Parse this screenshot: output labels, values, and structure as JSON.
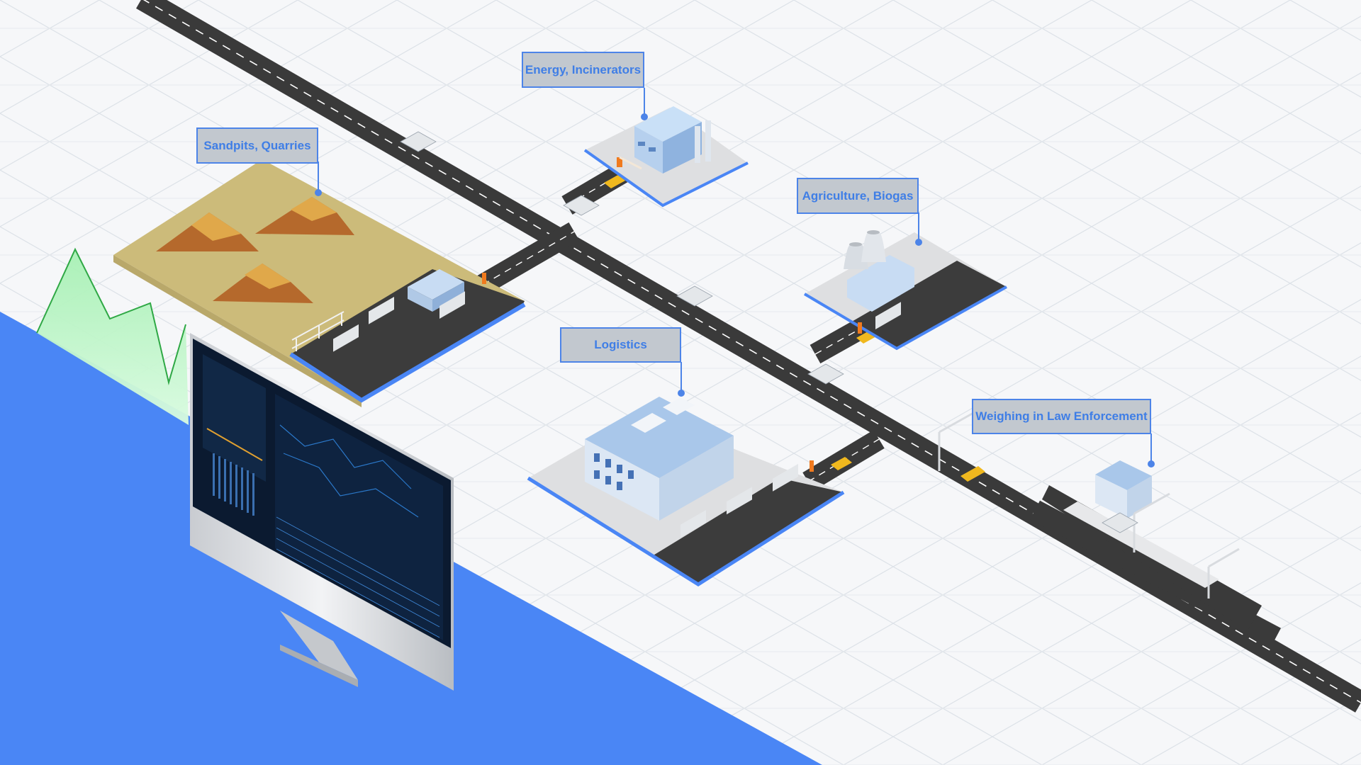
{
  "colors": {
    "background": "#f6f7f9",
    "grid": "#dde2e8",
    "road": "#3a3a3a",
    "road_dash": "#ffffff",
    "blue_accent": "#4a86f5",
    "callout_fill": "#c2c8cf",
    "callout_text": "#3f7ee6",
    "sand": "#ccbb7a",
    "mountain": "#b5692c",
    "platform_gray": "#dedfe1",
    "building_blue": "#a9c7ea",
    "monitor_screen": "#0b1a30"
  },
  "callouts": {
    "energy": "Energy, Incinerators",
    "sandpits": "Sandpits, Quarries",
    "agriculture": "Agriculture, Biogas",
    "logistics": "Logistics",
    "weighing": "Weighing in Law Enforcement"
  },
  "icons": [
    "factory-icon",
    "warehouse-icon",
    "power-plant-icon",
    "office-building-icon",
    "truck-icon",
    "barrier-gate-icon",
    "monitor-icon"
  ]
}
